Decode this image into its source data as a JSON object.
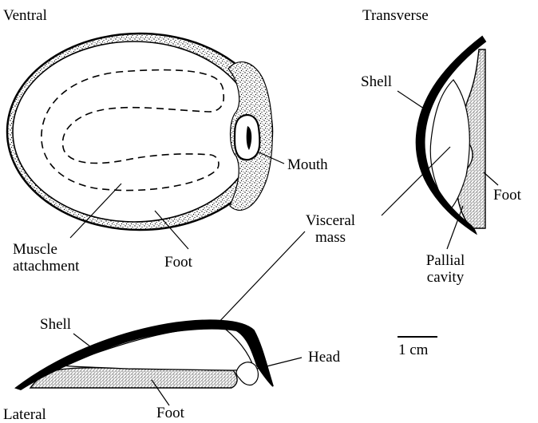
{
  "views": {
    "ventral": "Ventral",
    "transverse": "Transverse",
    "lateral": "Lateral"
  },
  "labels": {
    "mouth": "Mouth",
    "muscle_line1": "Muscle",
    "muscle_line2": "attachment",
    "foot_ventral": "Foot",
    "shell_transverse": "Shell",
    "foot_transverse": "Foot",
    "visceral_line1": "Visceral",
    "visceral_line2": "mass",
    "pallial_line1": "Pallial",
    "pallial_line2": "cavity",
    "shell_lateral": "Shell",
    "head": "Head",
    "foot_lateral": "Foot"
  },
  "scale_bar": {
    "label": "1 cm"
  }
}
